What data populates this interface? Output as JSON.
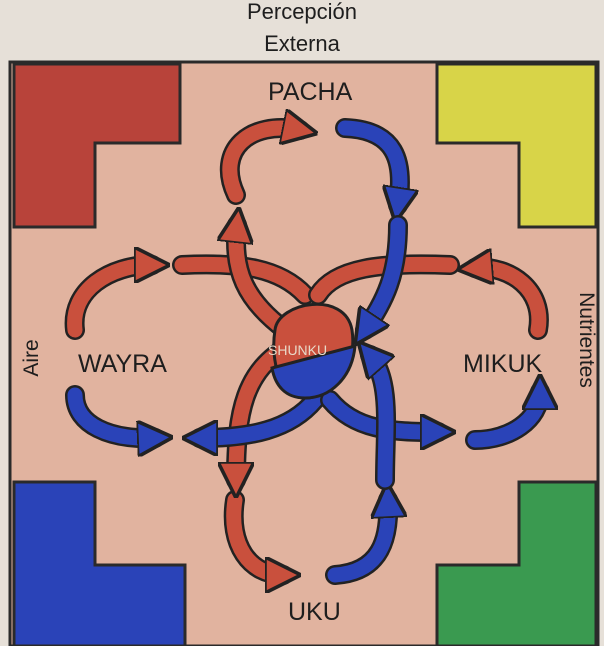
{
  "header": {
    "line1": "Percepción",
    "line2": "Externa"
  },
  "labels": {
    "top": "PACHA",
    "left": "WAYRA",
    "right": "MIKUK",
    "bottom": "UKU",
    "center": "SHUNKU",
    "left_side": "Aire",
    "right_side": "Nutrientes"
  },
  "colors": {
    "background": "#e6e0d8",
    "cross_fill": "#e1b39f",
    "frame": "#2a2a2a",
    "red": "#c9503d",
    "blue": "#2a43b8",
    "yellow": "#d8d448",
    "green": "#3a9a50"
  }
}
